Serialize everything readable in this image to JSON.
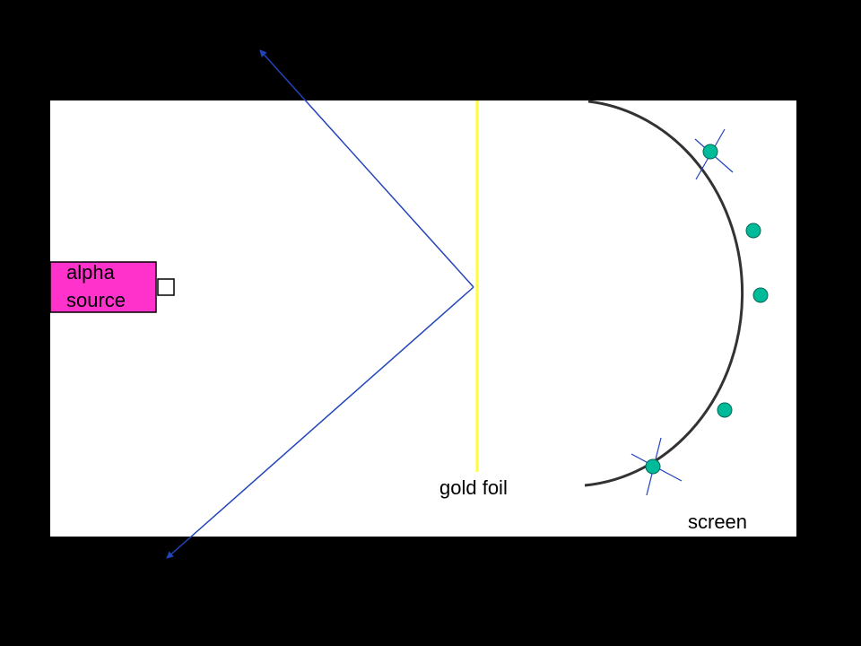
{
  "diagram": {
    "source_label_line1": "alpha",
    "source_label_line2": "source",
    "foil_label": "gold foil",
    "screen_label": "screen",
    "colors": {
      "background": "#000000",
      "panel": "#ffffff",
      "source_fill": "#ff33cc",
      "foil": "#ffff33",
      "screen_arc": "#333333",
      "alpha_path": "#2244bb",
      "detection_dot": "#00bb99",
      "detection_dot_stroke": "#006655"
    },
    "detections": [
      {
        "id": "hit-1",
        "marked": true
      },
      {
        "id": "hit-2",
        "marked": false
      },
      {
        "id": "hit-3",
        "marked": false
      },
      {
        "id": "hit-4",
        "marked": false
      },
      {
        "id": "hit-5",
        "marked": true
      }
    ]
  }
}
